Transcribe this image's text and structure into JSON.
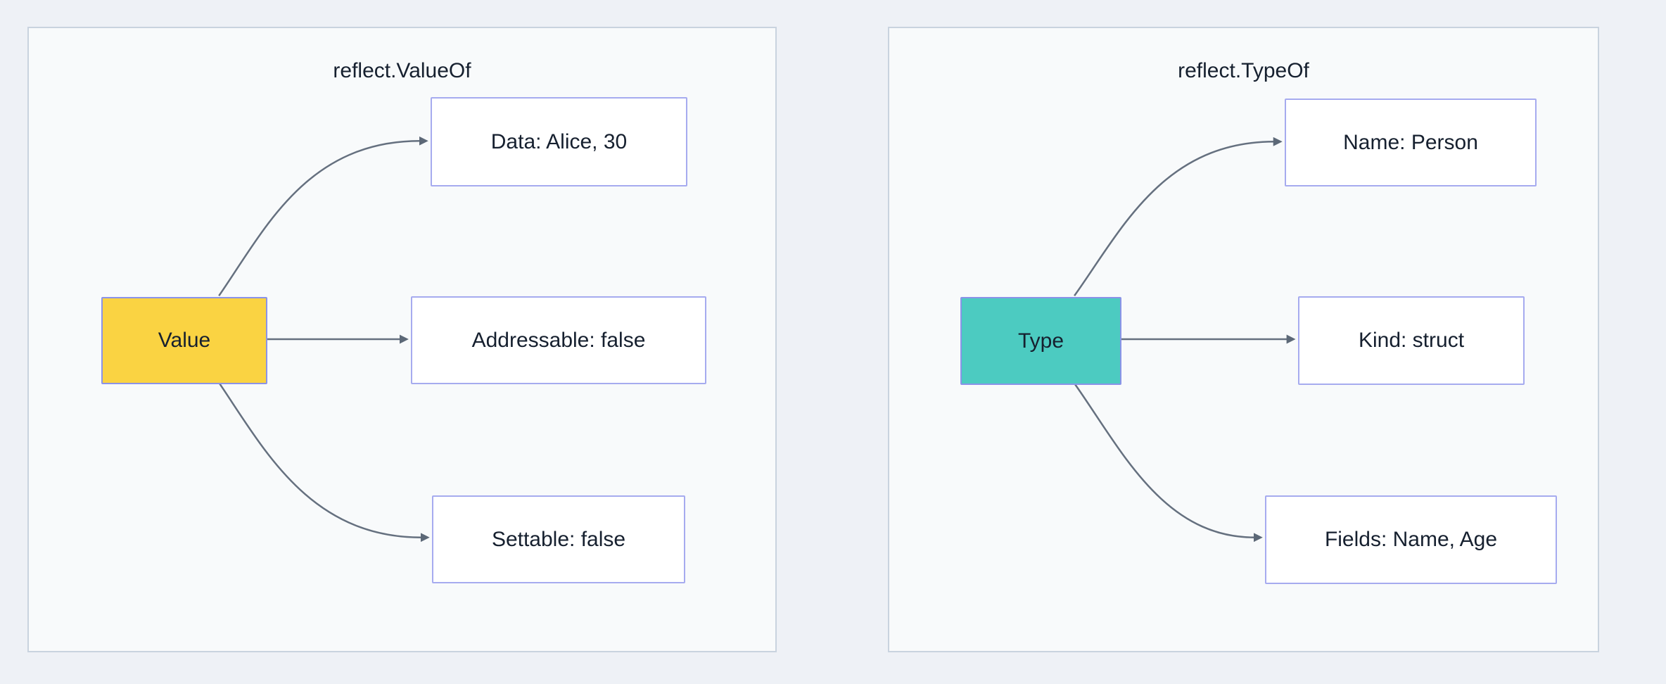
{
  "diagram": {
    "kind": "flowchart-pair",
    "panels": [
      {
        "title": "reflect.ValueOf",
        "root": {
          "label": "Value",
          "fill": "#FAD342"
        },
        "children": [
          {
            "label": "Data: Alice, 30"
          },
          {
            "label": "Addressable: false"
          },
          {
            "label": "Settable: false"
          }
        ],
        "edges": [
          {
            "from": "Value",
            "to": "Data: Alice, 30"
          },
          {
            "from": "Value",
            "to": "Addressable: false"
          },
          {
            "from": "Value",
            "to": "Settable: false"
          }
        ]
      },
      {
        "title": "reflect.TypeOf",
        "root": {
          "label": "Type",
          "fill": "#4CCBC1"
        },
        "children": [
          {
            "label": "Name: Person"
          },
          {
            "label": "Kind: struct"
          },
          {
            "label": "Fields: Name, Age"
          }
        ],
        "edges": [
          {
            "from": "Type",
            "to": "Name: Person"
          },
          {
            "from": "Type",
            "to": "Kind: struct"
          },
          {
            "from": "Type",
            "to": "Fields: Name, Age"
          }
        ]
      }
    ],
    "colors": {
      "page_background": "#EEF1F6",
      "panel_background": "#F8FAFB",
      "panel_border": "#C9D3DF",
      "node_background": "#FFFFFF",
      "node_border": "#A6ABEF",
      "root_node_border": "#8B93E8",
      "root_yellow": "#FAD342",
      "root_teal": "#4CCBC1",
      "edge_stroke": "#65707F",
      "arrowhead_fill": "#5C6877",
      "text": "#16202F"
    }
  }
}
